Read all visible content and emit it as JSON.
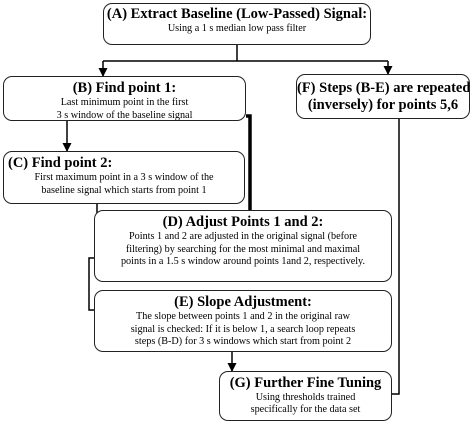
{
  "diagram": {
    "box_a": {
      "title": "(A) Extract Baseline (Low-Passed) Signal:",
      "body": "Using a 1 s median low pass filter"
    },
    "box_b": {
      "title": "(B) Find point 1:",
      "body_line1": "Last minimum point in the first",
      "body_line2": "3 s window of the baseline signal"
    },
    "box_c": {
      "title": "(C) Find point 2:",
      "body_line1": "First maximum point in a 3 s  window of the",
      "body_line2": "baseline signal which starts  from point 1"
    },
    "box_d": {
      "title": "(D) Adjust Points 1 and 2:",
      "body_line1": "Points 1 and 2 are adjusted in the original signal (before",
      "body_line2": "filtering) by searching for the most minimal and maximal",
      "body_line3": "points in a 1.5 s window around points 1and 2, respectively."
    },
    "box_e": {
      "title": "(E) Slope Adjustment:",
      "body_line1": "The slope between points 1 and 2 in the original raw",
      "body_line2": "signal is checked: If it is below 1, a search loop repeats",
      "body_line3": "steps (B-D) for 3 s windows which start from point 2"
    },
    "box_f": {
      "title_line1": "(F) Steps (B-E) are repeated",
      "title_line2": "(inversely) for points 5,6"
    },
    "box_g": {
      "title": "(G) Further Fine Tuning",
      "body_line1": "Using thresholds trained",
      "body_line2": "specifically for the data set"
    }
  }
}
